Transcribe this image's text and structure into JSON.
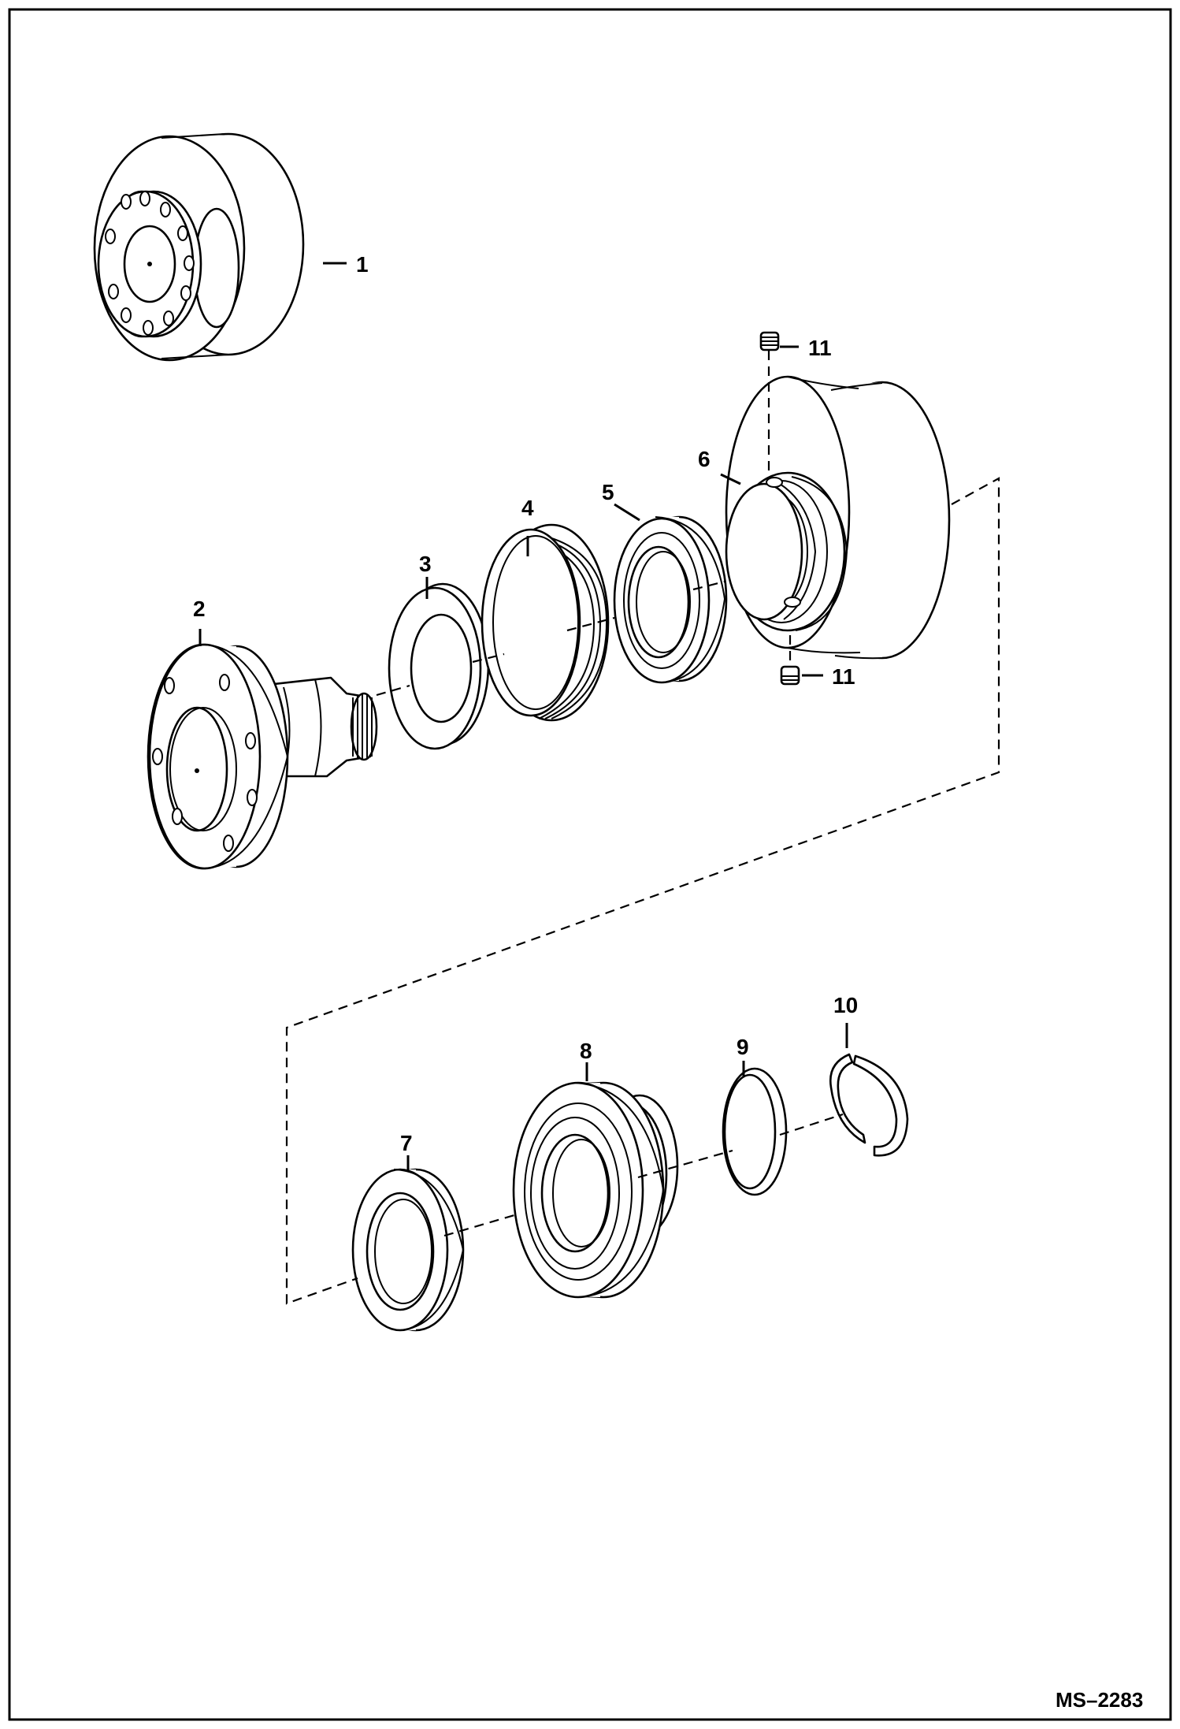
{
  "diagram": {
    "callouts": {
      "c1": "1",
      "c2": "2",
      "c3": "3",
      "c4": "4",
      "c5": "5",
      "c6": "6",
      "c7": "7",
      "c8": "8",
      "c9": "9",
      "c10": "10",
      "c11a": "11",
      "c11b": "11"
    },
    "drawing_code": "MS–2283"
  }
}
